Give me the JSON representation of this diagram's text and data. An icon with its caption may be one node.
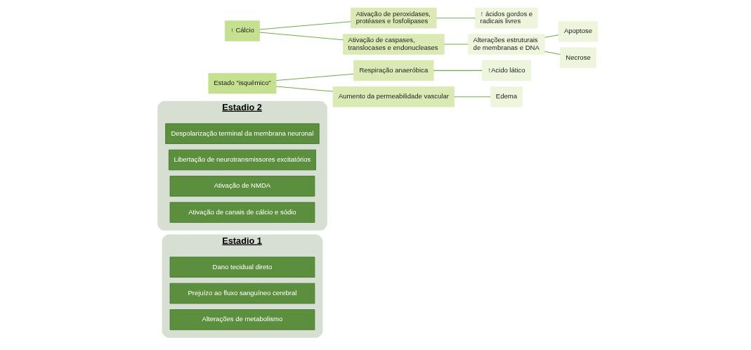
{
  "diagram": {
    "nodes": [
      {
        "text": [
          "Estadio 1"
        ]
      },
      {
        "text": [
          "Dano tecidual direto"
        ],
        "in": 0
      },
      {
        "text": [
          "Prejuízo ao fluxo sanguíneo cerebral"
        ],
        "in": 0
      },
      {
        "text": [
          "Alterações de metabolismo"
        ],
        "in": 0
      },
      {
        "text": [
          "Estadio 2"
        ]
      },
      {
        "text": [
          "Despolarização terminal da membrana neuronal"
        ],
        "in": 4
      },
      {
        "text": [
          "Libertação de neurotransmissores excitatórios"
        ],
        "in": 4
      },
      {
        "text": [
          "Ativação de NMDA"
        ],
        "in": 4
      },
      {
        "text": [
          "Ativação de canais de cálcio e sódio"
        ],
        "in": 4
      },
      {
        "text": [
          "Estado “isquémico”"
        ]
      },
      {
        "text": [
          "Respiração anaeróbica"
        ]
      },
      {
        "text": [
          "↑Acido lático"
        ]
      },
      {
        "text": [
          "Aumento da permeabilidade vascular"
        ]
      },
      {
        "text": [
          "Edema"
        ]
      },
      {
        "text": [
          "↑ Cálcio"
        ]
      },
      {
        "text": [
          "Ativação de peroxidases, protéases e fosfolipases"
        ]
      },
      {
        "text": [
          "↑ ácidos gordos e radicais livres"
        ]
      },
      {
        "text": [
          "Ativação de caspases, translocases e endonucleases"
        ]
      },
      {
        "text": [
          "Alterações estruturais de membranas e DNA"
        ]
      },
      {
        "text": [
          "Apoptose"
        ]
      },
      {
        "text": [
          "Necrose"
        ]
      }
    ],
    "edges": [
      {
        "from": 9,
        "to": 10,
        "arrow": "none"
      },
      {
        "from": 10,
        "to": 11,
        "arrow": "none"
      },
      {
        "from": 9,
        "to": 12,
        "arrow": "none"
      },
      {
        "from": 12,
        "to": 13,
        "arrow": "none"
      },
      {
        "from": 14,
        "to": 15,
        "arrow": "none"
      },
      {
        "from": 15,
        "to": 16,
        "arrow": "none"
      },
      {
        "from": 14,
        "to": 17,
        "arrow": "none"
      },
      {
        "from": 17,
        "to": 18,
        "arrow": "none"
      },
      {
        "from": 18,
        "to": 19,
        "arrow": "none"
      },
      {
        "from": 18,
        "to": 20,
        "arrow": "none"
      }
    ]
  }
}
